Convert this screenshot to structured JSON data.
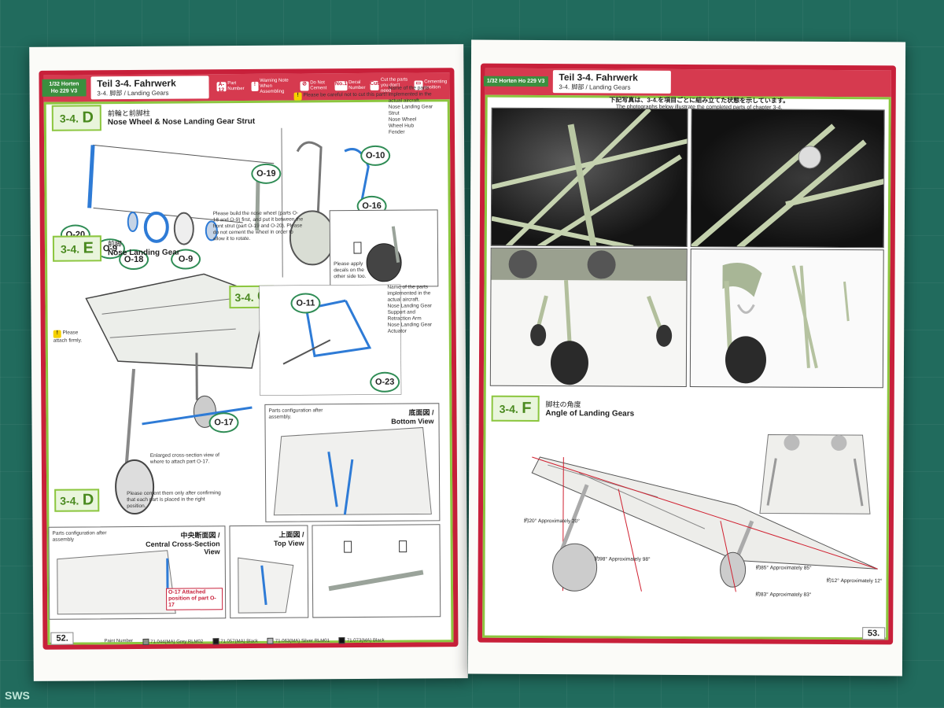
{
  "left": {
    "header": {
      "kit": "1/32 Horten Ho 229 V3",
      "teil": "Teil 3-4. Fahrwerk",
      "sub": "3-4. 脚部 / Landing Gears"
    },
    "legend": [
      {
        "icon": "A-12",
        "label": "Part Number"
      },
      {
        "icon": "!",
        "label": "Warning Note When Assembling"
      },
      {
        "icon": "⊘",
        "label": "Do Not Cement"
      },
      {
        "icon": "No.1",
        "label": "Decal Number"
      },
      {
        "icon": "Cut",
        "label": "Cut the parts you don't need"
      },
      {
        "icon": "▭",
        "label": "Cementing position"
      }
    ],
    "stepD": {
      "num": "3-4.",
      "letter": "D",
      "jp": "前輪と前脚柱",
      "en": "Nose Wheel & Nose Landing Gear Strut"
    },
    "stepE": {
      "num": "3-4.",
      "letter": "E",
      "jp": "前脚",
      "en": "Nose Landing Gear"
    },
    "partsD": [
      "O-19",
      "O-20",
      "O-9",
      "O-18",
      "O-9",
      "O-10",
      "O-16"
    ],
    "partsE": [
      "O-11",
      "O-23",
      "O-17"
    ],
    "noteCareful": "Please be careful not to cut this part!!",
    "noteBuild": "Please build the nose wheel (parts O-18 and O-9) first, and put it between the front strut (part O-19 and O-20). Please do not cement the wheel in order to allow it to rotate.",
    "noteDecal": "Please apply decals on the other side too.",
    "noteFirmly": "Please attach firmly.",
    "noteSection": "Enlarged cross-section view of where to attach part O-17.",
    "noteConfirm": "Please cement them only after confirming that each part is placed in the right position.",
    "implemented1": {
      "title": "Name of the parts implemented in the actual aircraft.",
      "items": [
        "Nose Landing Gear Strut",
        "Nose Wheel",
        "Wheel Hub",
        "Fender"
      ]
    },
    "implemented2": {
      "title": "Name of the parts implemented in the actual aircraft.",
      "items": [
        "Nose Landing Gear Support and Retraction Arm",
        "Nose Landing Gear Actuator"
      ]
    },
    "bottomView": {
      "jp": "底面図 /",
      "en": "Bottom View",
      "cfg": "Parts configuration after assembly."
    },
    "centralView": {
      "jp": "中央断面図 /",
      "en": "Central Cross-Section View",
      "cfg": "Parts configuration after assembly"
    },
    "topView": {
      "jp": "上面図 /",
      "en": "Top View"
    },
    "attached": "O-17 Attached position of part O-17",
    "paints": [
      {
        "code": "71.044(MA)",
        "name": "Grey RLM02",
        "color": "#8a8f86"
      },
      {
        "code": "71.057(MA)",
        "name": "Black",
        "color": "#1a1a1a"
      },
      {
        "code": "71.063(MA)",
        "name": "Silver RLM01",
        "color": "#b5b7b9"
      },
      {
        "code": "71.073(MA)",
        "name": "Black",
        "color": "#111111"
      }
    ],
    "paintLabel": "Paint Number",
    "pageNumber": "52."
  },
  "right": {
    "header": {
      "kit": "1/32 Horten Ho 229 V3",
      "teil": "Teil 3-4. Fahrwerk",
      "sub": "3-4. 脚部 / Landing Gears"
    },
    "photoCaptionJp": "下記写真は、3-4.を項目ごとに組み立てた状態を示しています。",
    "photoCaptionEn": "The photographs below illustrate the completed parts of chapter 3-4.",
    "stepF": {
      "num": "3-4.",
      "letter": "F",
      "jp": "脚柱の角度",
      "en": "Angle of Landing Gears"
    },
    "angles": [
      "約20° Approximately 20°",
      "約98° Approximately 98°",
      "約85° Approximately 85°",
      "約12° Approximately 12°",
      "約83° Approximately 83°"
    ],
    "pageNumber": "53."
  },
  "watermark": "SWS"
}
